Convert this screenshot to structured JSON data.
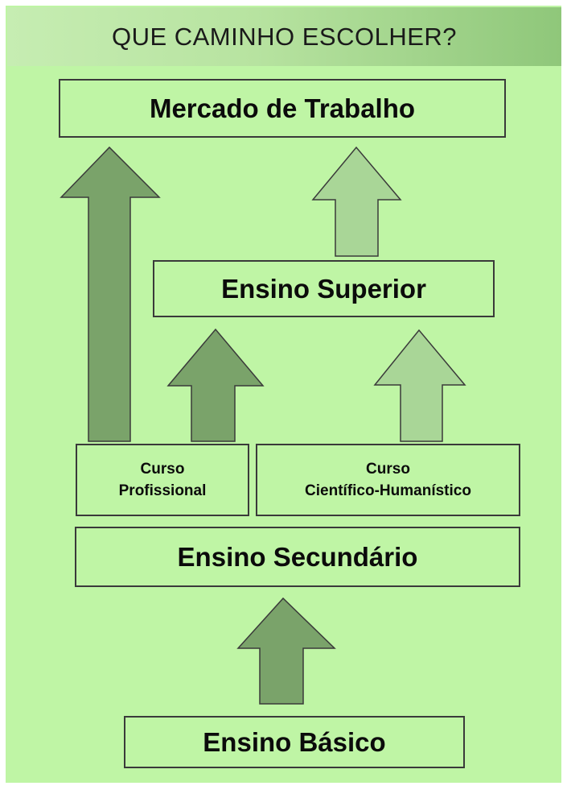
{
  "title": "QUE CAMINHO ESCOLHER?",
  "boxes": {
    "mercado": "Mercado de Trabalho",
    "superior": "Ensino Superior",
    "curso_profissional": [
      "Curso",
      "Profissional"
    ],
    "curso_cientifico": [
      "Curso",
      "Científico-Humanístico"
    ],
    "secundario": "Ensino Secundário",
    "basico": "Ensino Básico"
  },
  "colors": {
    "background": "#bff5a5",
    "arrow_dark": "#7aa36a",
    "arrow_light": "#a9d697",
    "border": "#3a3a3a"
  }
}
